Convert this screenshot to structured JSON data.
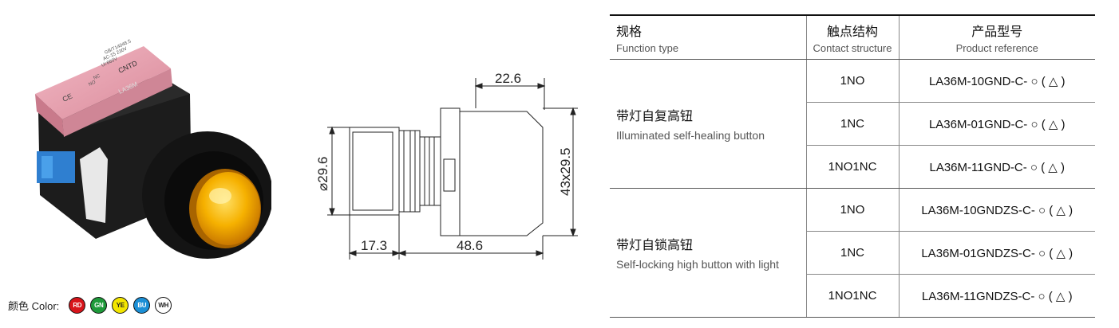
{
  "colors": {
    "label": "颜色 Color:",
    "swatches": [
      {
        "code": "RD",
        "fill": "#d7141a",
        "text": "#ffffff"
      },
      {
        "code": "GN",
        "fill": "#1e9a3a",
        "text": "#ffffff"
      },
      {
        "code": "YE",
        "fill": "#f3e600",
        "text": "#222222"
      },
      {
        "code": "BU",
        "fill": "#1b8fd6",
        "text": "#ffffff"
      },
      {
        "code": "WH",
        "fill": "#ffffff",
        "text": "#222222"
      }
    ]
  },
  "photo": {
    "label_brand": "CNTD",
    "label_model": "LA36M",
    "label_ce": "CE",
    "label_voltage": "Ui:660V",
    "label_rating": "AC-15 230V",
    "label_std": "GB/T14048.5",
    "label_no": "NO",
    "label_nc": "NC"
  },
  "drawing": {
    "dim_top": "22.6",
    "dim_left": "⌀29.6",
    "dim_right": "43x29.5",
    "dim_bottom_left": "17.3",
    "dim_bottom_right": "48.6"
  },
  "table": {
    "headers": {
      "type_zh": "规格",
      "type_en": "Function type",
      "contact_zh": "触点结构",
      "contact_en": "Contact structure",
      "ref_zh": "产品型号",
      "ref_en": "Product reference"
    },
    "groups": [
      {
        "type_zh": "带灯自复高钮",
        "type_en": "Illuminated self-healing button",
        "rows": [
          {
            "contact": "1NO",
            "ref": "LA36M-10GND-C- ○ ( △ )"
          },
          {
            "contact": "1NC",
            "ref": "LA36M-01GND-C- ○ ( △ )"
          },
          {
            "contact": "1NO1NC",
            "ref": "LA36M-11GND-C- ○ ( △ )"
          }
        ]
      },
      {
        "type_zh": "带灯自锁高钮",
        "type_en": "Self-locking high button with light",
        "rows": [
          {
            "contact": "1NO",
            "ref": "LA36M-10GNDZS-C- ○ ( △ )"
          },
          {
            "contact": "1NC",
            "ref": "LA36M-01GNDZS-C- ○ ( △ )"
          },
          {
            "contact": "1NO1NC",
            "ref": "LA36M-11GNDZS-C- ○ ( △ )"
          }
        ]
      }
    ]
  }
}
